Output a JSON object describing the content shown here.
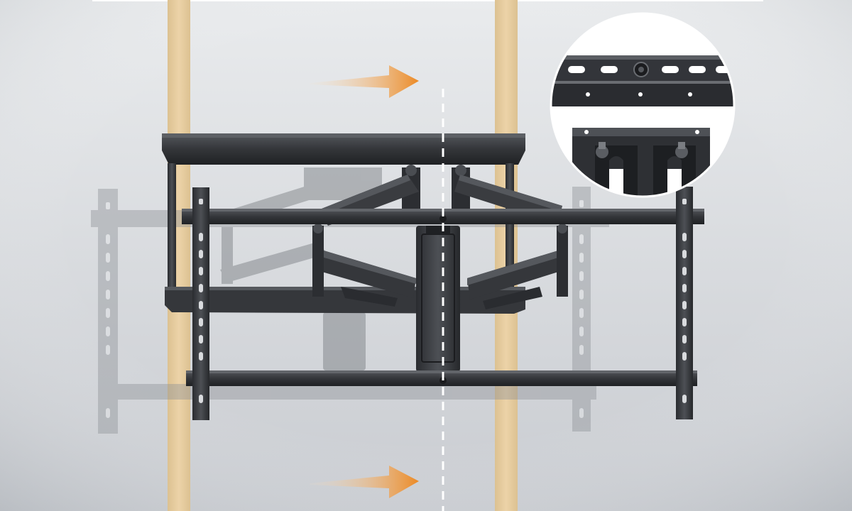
{
  "scene": {
    "subject": "full-motion-tv-wall-mount",
    "colors": {
      "wall_light": "#e9ebed",
      "wall_dark": "#c9ccd1",
      "stud": "#ecd3a8",
      "stud_edge": "#d8bd8e",
      "metal": "#3a3c40",
      "metal_dark": "#1f2124",
      "metal_light": "#5a5d62",
      "ghost": "#8e9297",
      "arrow_start": "#f7e2c8",
      "arrow_end": "#ec8a25",
      "dashed_line": "#ffffff",
      "inset_bg": "#ffffff"
    },
    "arrows": [
      {
        "name": "top-arrow",
        "direction": "right"
      },
      {
        "name": "bottom-arrow",
        "direction": "right"
      }
    ],
    "inset": {
      "name": "bracket-detail-magnifier",
      "shape": "circle"
    }
  }
}
